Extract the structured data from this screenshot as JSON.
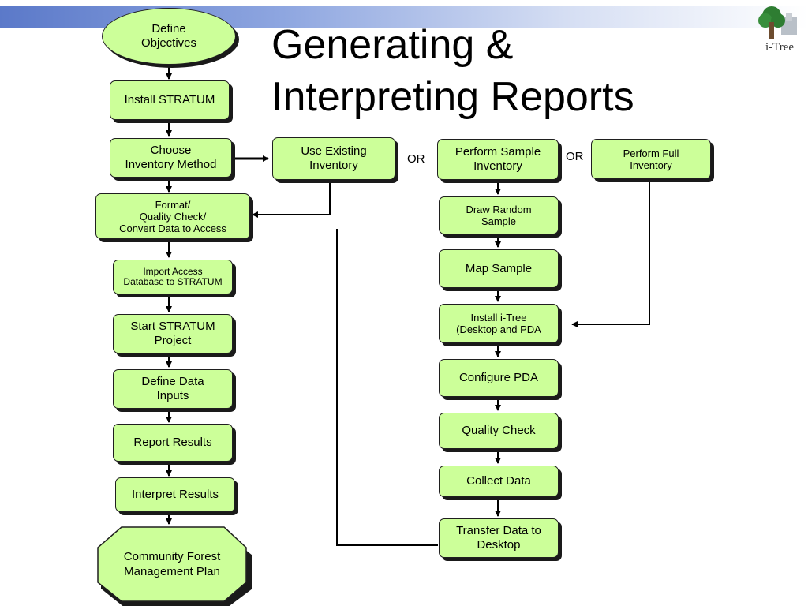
{
  "title_line1": "Generating &",
  "title_line2": "Interpreting Reports",
  "logo": {
    "text": "i-Tree",
    "icon": "tree-icon"
  },
  "steps": {
    "define_objectives": "Define\nObjectives",
    "install_stratum": "Install STRATUM",
    "choose_inventory_method": "Choose\nInventory Method",
    "format_quality_convert": "Format/\nQuality Check/\nConvert Data  to Access",
    "import_access": "Import Access\nDatabase to STRATUM",
    "start_stratum_project": "Start STRATUM\nProject",
    "define_data_inputs": "Define Data\nInputs",
    "report_results": "Report Results",
    "interpret_results": "Interpret Results",
    "community_forest_plan": "Community Forest\nManagement Plan",
    "use_existing_inventory": "Use Existing\nInventory",
    "perform_sample_inventory": "Perform Sample\nInventory",
    "perform_full_inventory": "Perform Full\nInventory",
    "draw_random_sample": "Draw Random\nSample",
    "map_sample": "Map Sample",
    "install_itree": "Install i-Tree\n(Desktop and  PDA",
    "configure_pda": "Configure  PDA",
    "quality_check": "Quality Check",
    "collect_data": "Collect Data",
    "transfer_data": "Transfer Data to\nDesktop"
  },
  "or_label": "OR"
}
